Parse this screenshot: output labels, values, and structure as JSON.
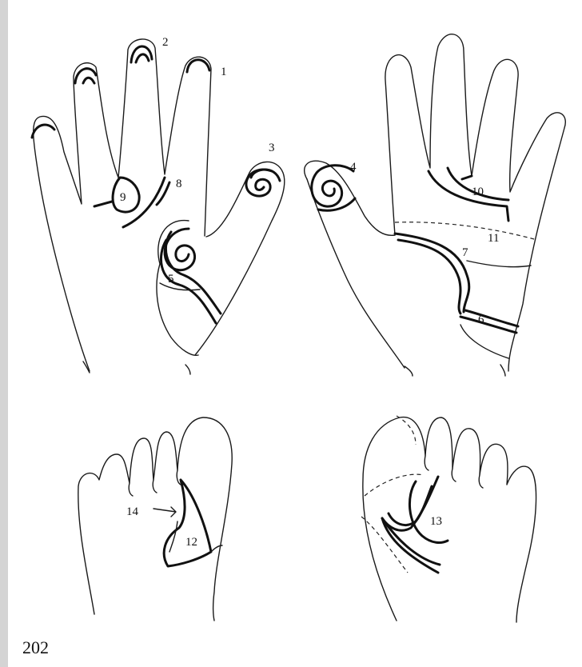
{
  "figure": {
    "labels": {
      "l1": "1",
      "l2": "2",
      "l3": "3",
      "l4": "4",
      "l5": "5",
      "l6": "6",
      "l7": "7",
      "l8": "8",
      "l9": "9",
      "l10": "10",
      "l11": "11",
      "l12": "12",
      "l13": "13",
      "l14": "14"
    },
    "page_number": "202"
  }
}
